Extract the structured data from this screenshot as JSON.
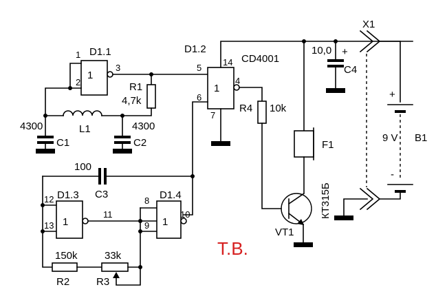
{
  "labels": {
    "d11": "D1.1",
    "d12": "D1.2",
    "d13": "D1.3",
    "d14": "D1.4",
    "chip": "CD4001",
    "x1": "X1",
    "r1": "R1",
    "r1_value": "4,7k",
    "r2": "R2",
    "r2_value": "150k",
    "r3": "R3",
    "r3_value": "33k",
    "r4": "R4",
    "r4_value": "10k",
    "l1": "L1",
    "c1": "C1",
    "c1_value": "4300",
    "c2": "C2",
    "c2_value": "4300",
    "c3": "C3",
    "c3_value": "100",
    "c4": "C4",
    "c4_value": "10,0",
    "f1": "F1",
    "vt1": "VT1",
    "vt1_type": "КТ315Б",
    "b1": "B1",
    "b1_value": "9 V",
    "gate_symbol": "1",
    "plus": "+",
    "minus": "-",
    "author": "Т.В."
  },
  "pins": {
    "d11_in1": "1",
    "d11_in2": "2",
    "d11_out": "3",
    "d12_in1": "5",
    "d12_in2": "6",
    "d12_out": "4",
    "d12_vdd": "14",
    "d12_vss": "7",
    "d13_in1": "12",
    "d13_in2": "13",
    "d13_out": "11",
    "d14_in1": "8",
    "d14_in2": "9",
    "d14_out": "10"
  }
}
